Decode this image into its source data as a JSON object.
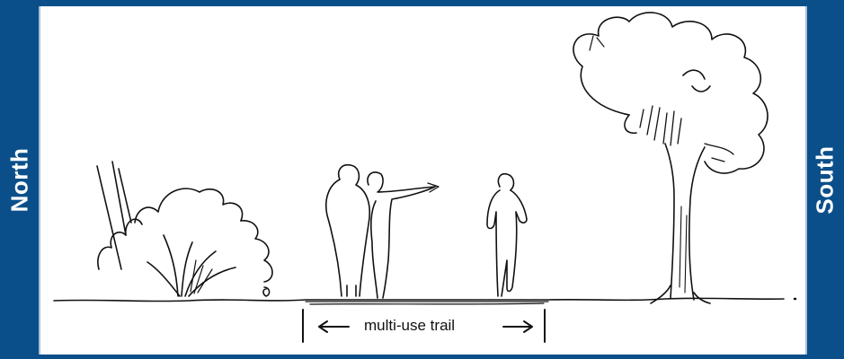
{
  "labels": {
    "north": "North",
    "south": "South",
    "trail": "multi-use trail"
  },
  "colors": {
    "frame": "#0b4f8a",
    "ink": "#111111",
    "background": "#ffffff"
  }
}
